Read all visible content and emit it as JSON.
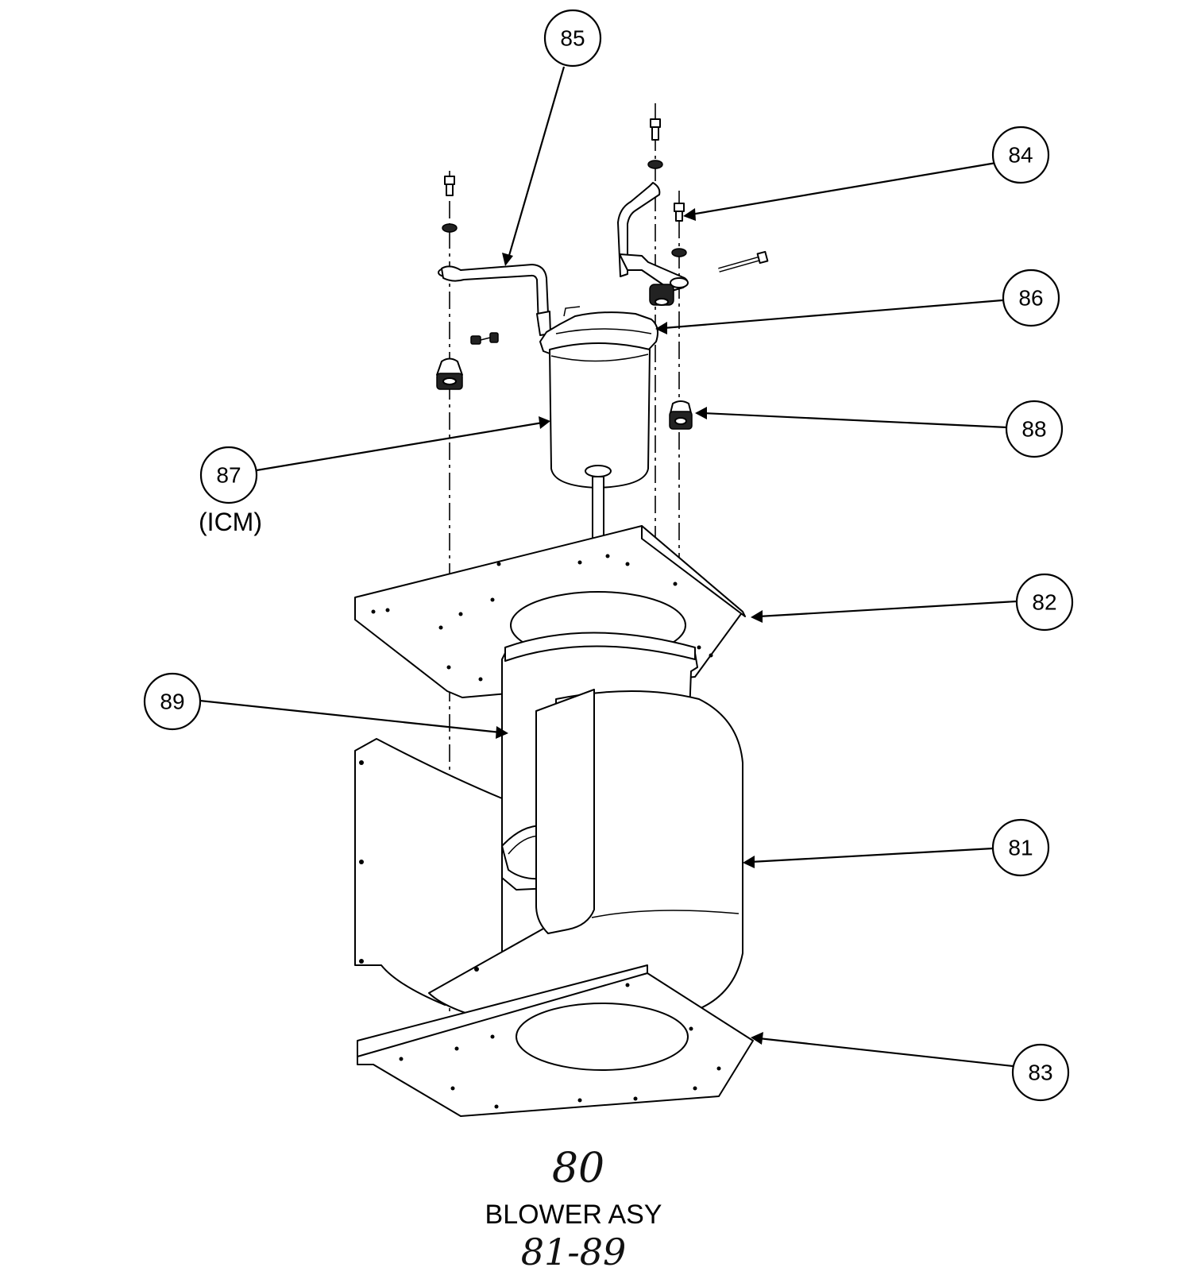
{
  "callouts": [
    {
      "id": "c85",
      "number": "85"
    },
    {
      "id": "c84",
      "number": "84"
    },
    {
      "id": "c86",
      "number": "86"
    },
    {
      "id": "c88",
      "number": "88"
    },
    {
      "id": "c87",
      "number": "87"
    },
    {
      "id": "c82",
      "number": "82"
    },
    {
      "id": "c89",
      "number": "89"
    },
    {
      "id": "c81",
      "number": "81"
    },
    {
      "id": "c83",
      "number": "83"
    }
  ],
  "labels": {
    "icm": "(ICM)",
    "assembly_number": "80",
    "assembly_title": "BLOWER ASY",
    "range": "81-89"
  }
}
